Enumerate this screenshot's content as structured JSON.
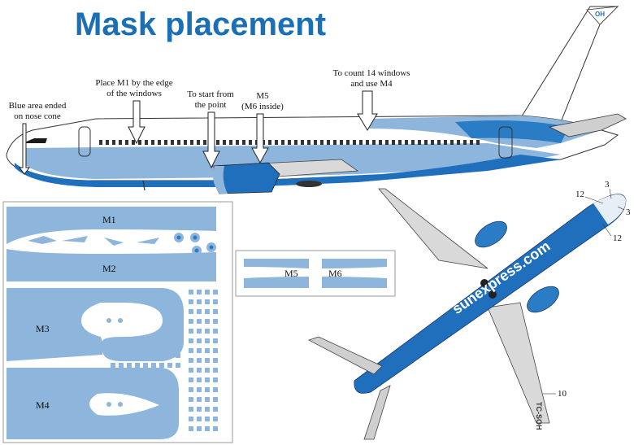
{
  "title": "Mask placement",
  "annotations": {
    "blue_nose": "Blue area ended\non nose cone",
    "place_m1": "Place M1 by the edge\nof the windows",
    "start_point": "To start from\nthe point",
    "m5": "M5\n(M6 inside)",
    "count_windows": "To count 14 windows\nand use M4"
  },
  "tail_registration": "OH",
  "mask_labels": {
    "m1": "M1",
    "m2": "M2",
    "m3": "M3",
    "m4": "M4",
    "m5": "M5",
    "m6": "M6"
  },
  "top_view": {
    "livery_text": "sunexpress.com",
    "registration": "TC-SOH",
    "callouts": [
      "12",
      "3",
      "3",
      "12",
      "10"
    ]
  },
  "colors": {
    "title_blue": "#1b6fb5",
    "livery_dark": "#1f6fbd",
    "mask_light": "#8eb5dc",
    "engine_blue": "#2a7cc4"
  }
}
